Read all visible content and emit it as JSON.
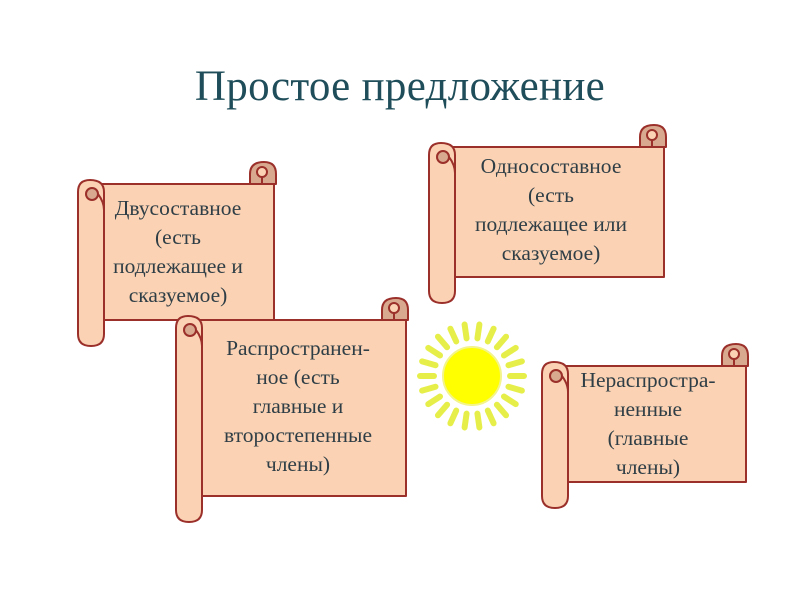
{
  "title": "Простое предложение",
  "colors": {
    "title": "#1f4e5a",
    "scroll_fill": "#fbd3b4",
    "scroll_shade": "#d9a98f",
    "scroll_border": "#9b2f2a",
    "sun_core": "#ffff00",
    "sun_rays": "#e6ef4a"
  },
  "scrolls": [
    {
      "id": "dvusostavnoe",
      "lines": [
        "Двусоставное",
        "(есть",
        "подлежащее и",
        "сказуемое)"
      ]
    },
    {
      "id": "odnosostavnoe",
      "lines": [
        "Односоставное",
        "(есть",
        "подлежащее или",
        "сказуемое)"
      ]
    },
    {
      "id": "rasprostranennoe",
      "lines": [
        "Распространен-",
        "ное (есть",
        "главные и",
        "второстепенные",
        "члены)"
      ]
    },
    {
      "id": "nerasprostranennye",
      "lines": [
        "Нераспростра-",
        "ненные",
        "(главные",
        "члены)"
      ]
    }
  ],
  "sun_icon": "sun-icon"
}
